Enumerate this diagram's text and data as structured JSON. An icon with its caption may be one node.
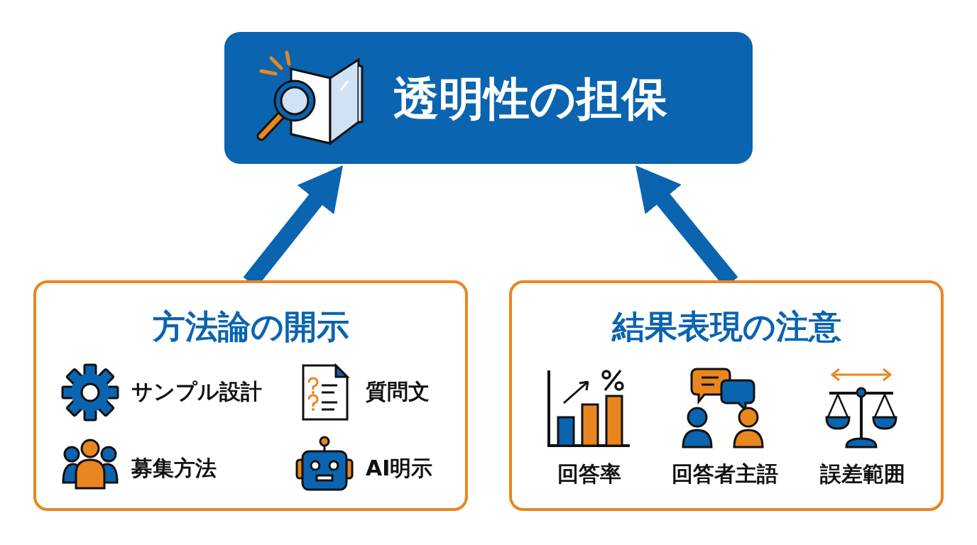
{
  "diagram": {
    "nodes": [
      {
        "text": [
          "透明性の担保"
        ]
      },
      {
        "text": [
          "方法論の開示"
        ]
      },
      {
        "text": [
          "結果表現の注意"
        ]
      }
    ],
    "edges": [
      {
        "from": 1,
        "to": 0,
        "arrow": "to"
      },
      {
        "from": 2,
        "to": 0,
        "arrow": "to"
      }
    ],
    "labels": [
      "サンプル設計",
      "質問文",
      "募集方法",
      "AI明示",
      "回答率",
      "回答者主語",
      "誤差範囲"
    ]
  }
}
